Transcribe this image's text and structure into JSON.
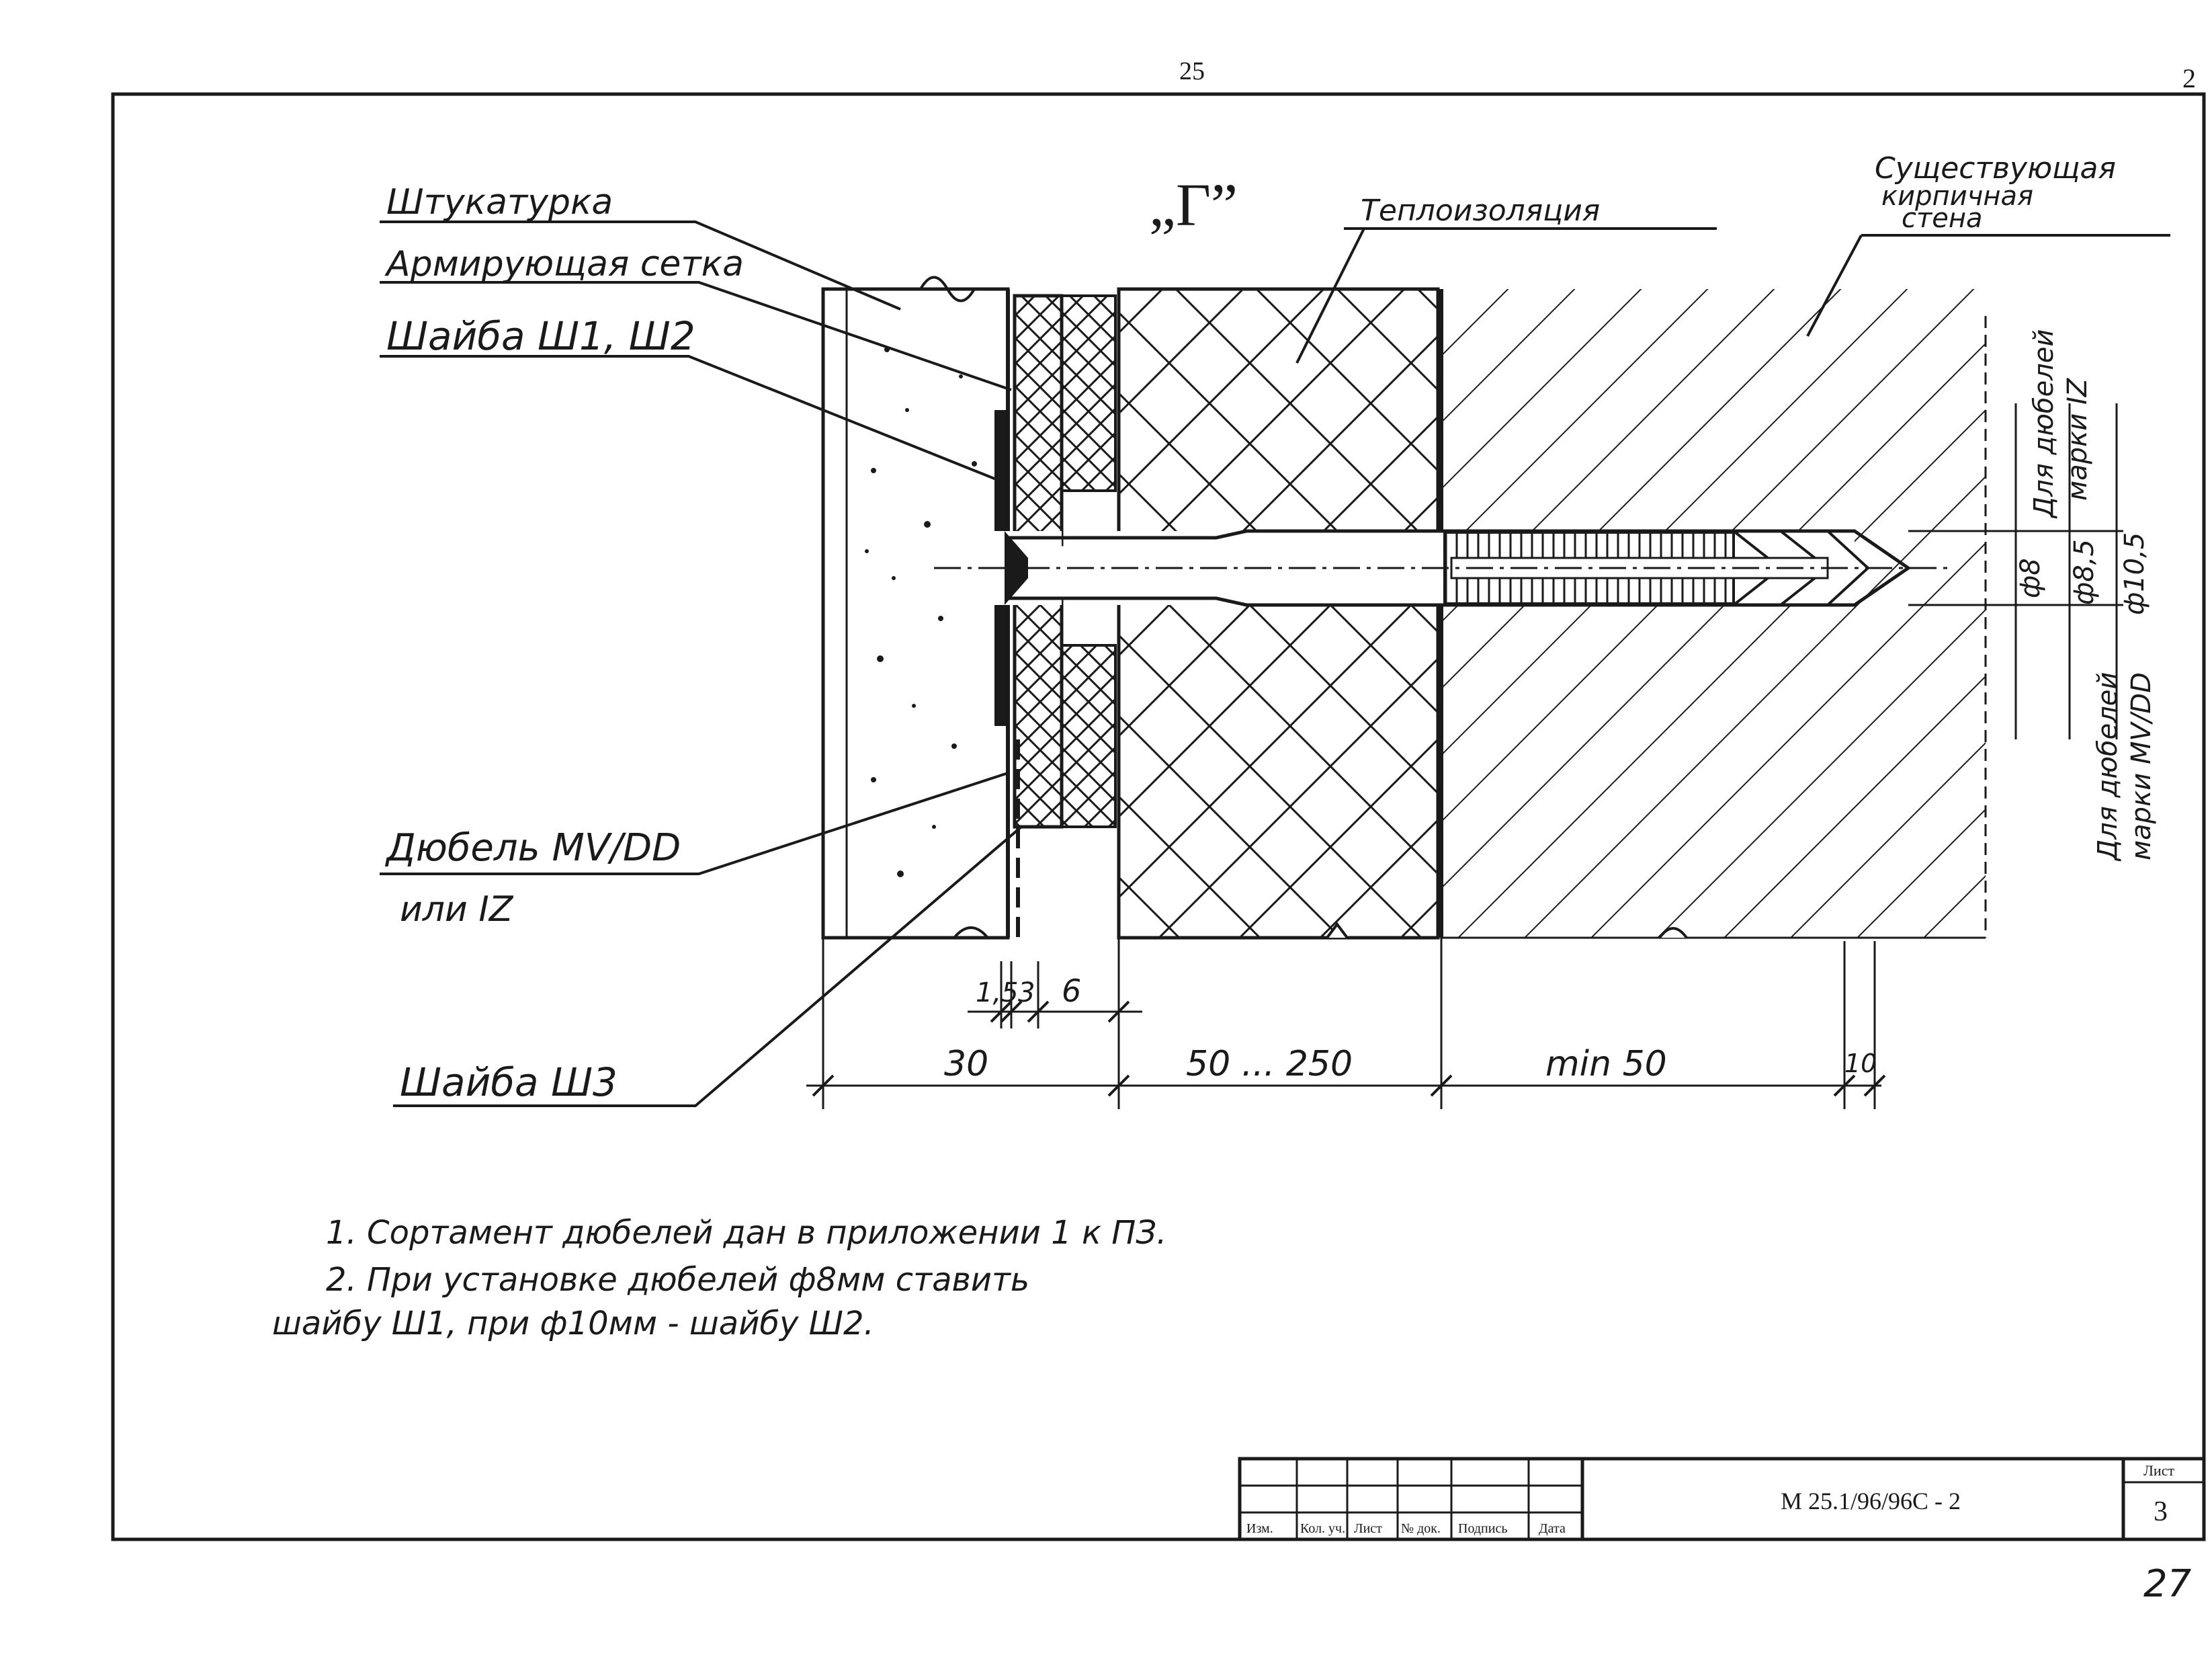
{
  "sheet": {
    "top_page_number": "25",
    "corner_mark": "2",
    "detail_mark": "„Г”",
    "bottom_handwritten_number": "27"
  },
  "callouts": {
    "plaster": "Штукатурка",
    "mesh": "Армирующая сетка",
    "washer_w1w2": "Шайба Ш1, Ш2",
    "dowel_line1": "Дюбель MV/DD",
    "dowel_line2": "или IZ",
    "washer_w3": "Шайба Ш3",
    "insulation": "Теплоизоляция",
    "wall_line1": "Существующая",
    "wall_line2": "кирпичная",
    "wall_line3": "стена"
  },
  "side_labels": {
    "iz_line1": "Для дюбелей",
    "iz_line2": "марки IZ",
    "mv_line1": "Для дюбелей",
    "mv_line2": "марки MV/DD",
    "dia_8": "ф8",
    "dia_85": "ф8,5",
    "dia_105": "ф10,5"
  },
  "dimensions": {
    "d15": "1,5",
    "d3": "3",
    "d6": "6",
    "d30": "30",
    "d50_250": "50 ... 250",
    "dmin50": "min 50",
    "d10": "10"
  },
  "notes": {
    "line1": "1. Сортамент дюбелей дан в приложении 1 к ПЗ.",
    "line2": "2. При установке дюбелей ф8мм ставить",
    "line3": "шайбу Ш1, при ф10мм - шайбу Ш2."
  },
  "title_block": {
    "col1": "Изм.",
    "col2": "Кол. уч.",
    "col3": "Лист",
    "col4": "№ док.",
    "col5": "Подпись",
    "col6": "Дата",
    "doc_code": "М 25.1/96/96С - 2",
    "sheet_label": "Лист",
    "sheet_number": "3"
  }
}
